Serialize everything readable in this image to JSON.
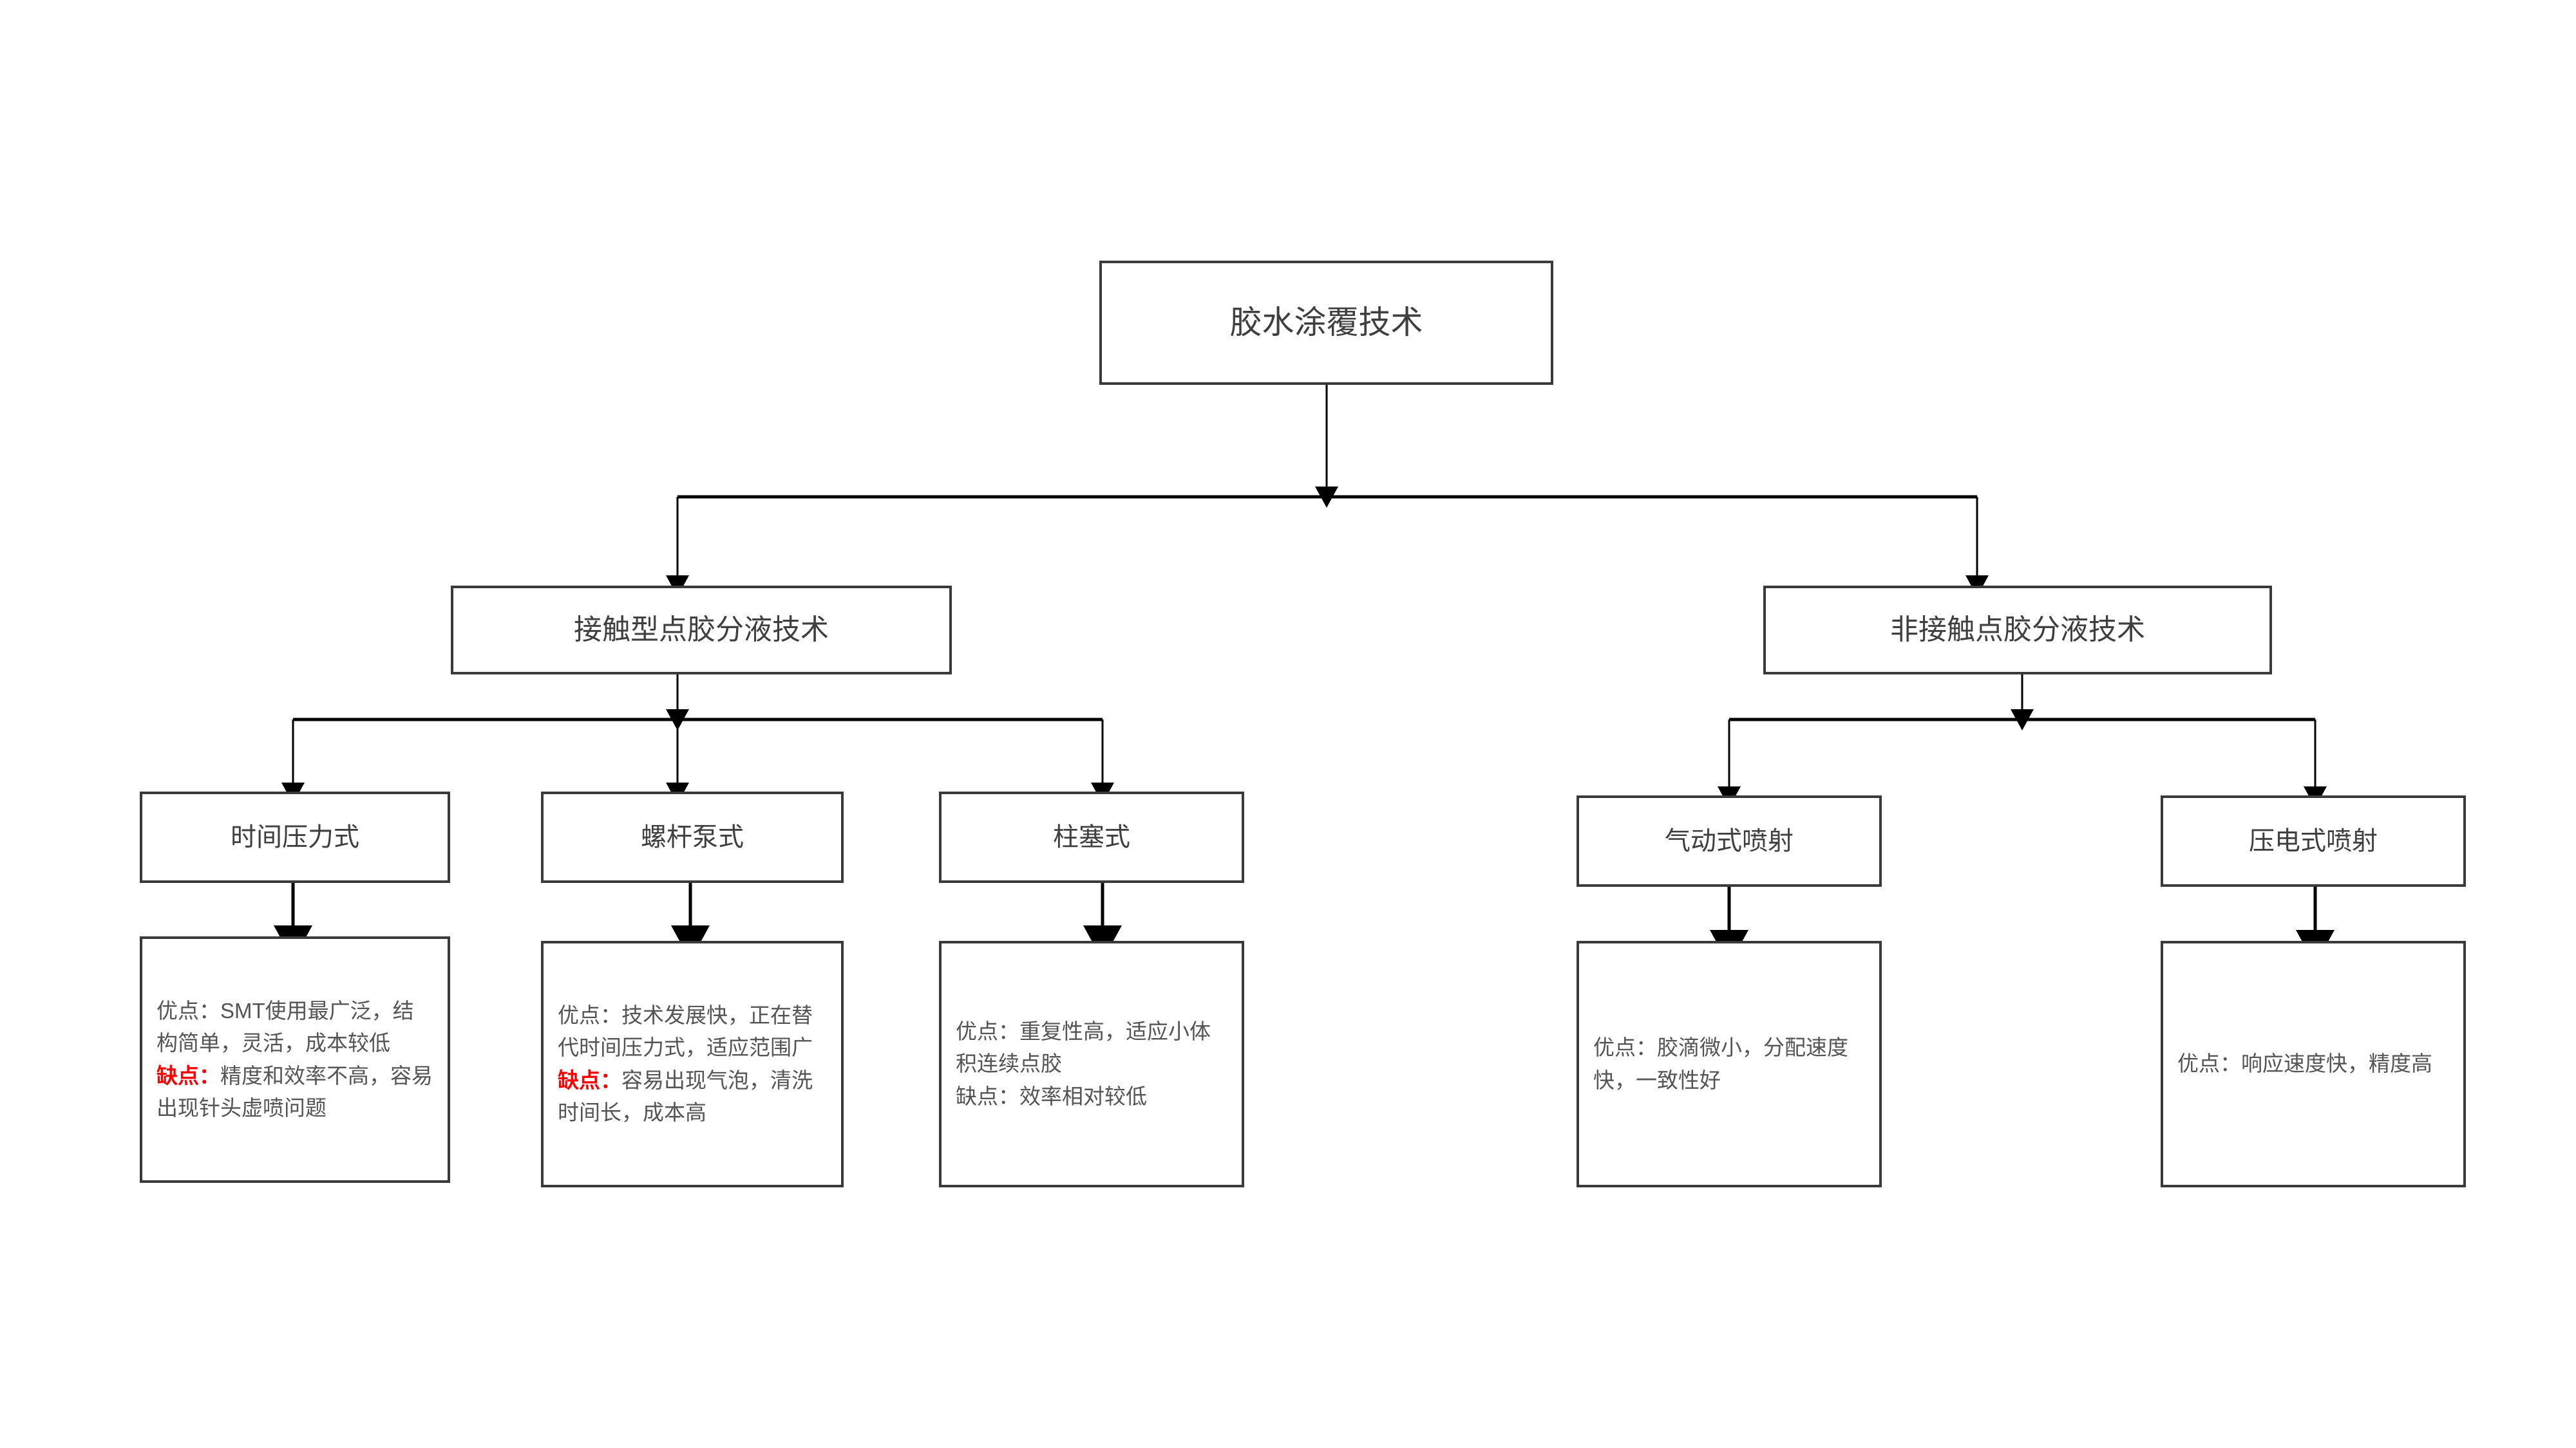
{
  "diagram": {
    "type": "tree",
    "title": "胶水涂覆技术",
    "root": {
      "label": "胶水涂覆技术"
    },
    "level2": [
      {
        "label": "接触型点胶分液技术"
      },
      {
        "label": "非接触点胶分液技术"
      }
    ],
    "level3": [
      {
        "label": "时间压力式"
      },
      {
        "label": "螺杆泵式"
      },
      {
        "label": "柱塞式"
      },
      {
        "label": "气动式喷射"
      },
      {
        "label": "压电式喷射"
      }
    ],
    "details": [
      {
        "pro_label": "优点：",
        "pro_text": "SMT使用最广泛，结构简单，灵活，成本较低",
        "con_label": "缺点：",
        "con_text": "精度和效率不高，容易出现针头虚喷问题",
        "con_highlight": true
      },
      {
        "pro_label": "优点：",
        "pro_text": "技术发展快，正在替代时间压力式，适应范围广",
        "con_label": "缺点：",
        "con_text": "容易出现气泡，清洗时间长，成本高",
        "con_highlight": true
      },
      {
        "pro_label": "优点：",
        "pro_text": "重复性高，适应小体积连续点胶",
        "con_label": "缺点：",
        "con_text": "效率相对较低",
        "con_highlight": false
      },
      {
        "pro_label": "优点：",
        "pro_text": "胶滴微小，分配速度快，一致性好",
        "con_label": "",
        "con_text": "",
        "con_highlight": false
      },
      {
        "pro_label": "优点：",
        "pro_text": "响应速度快，精度高",
        "con_label": "",
        "con_text": "",
        "con_highlight": false
      }
    ],
    "colors": {
      "border": "#3a3a3a",
      "text": "#3f3f3f",
      "detail_text": "#555555",
      "highlight": "#ff0000",
      "background": "#ffffff",
      "connector": "#000000"
    }
  }
}
